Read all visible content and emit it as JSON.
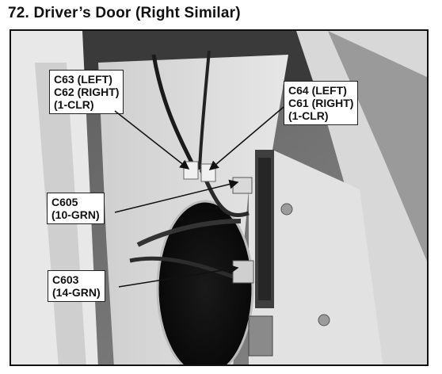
{
  "title": "72. Driver’s Door (Right Similar)",
  "callouts": {
    "c63": {
      "line1": "C63 (LEFT)",
      "line2": "C62 (RIGHT)",
      "line3": "(1-CLR)"
    },
    "c64": {
      "line1": "C64 (LEFT)",
      "line2": "C61 (RIGHT)",
      "line3": "(1-CLR)"
    },
    "c605": {
      "line1": "C605",
      "line2": "(10-GRN)"
    },
    "c603": {
      "line1": "C603",
      "line2": "(14-GRN)"
    }
  },
  "colors": {
    "frame": "#111111",
    "label_bg": "#ffffff",
    "photo_tone": "grayscale"
  }
}
